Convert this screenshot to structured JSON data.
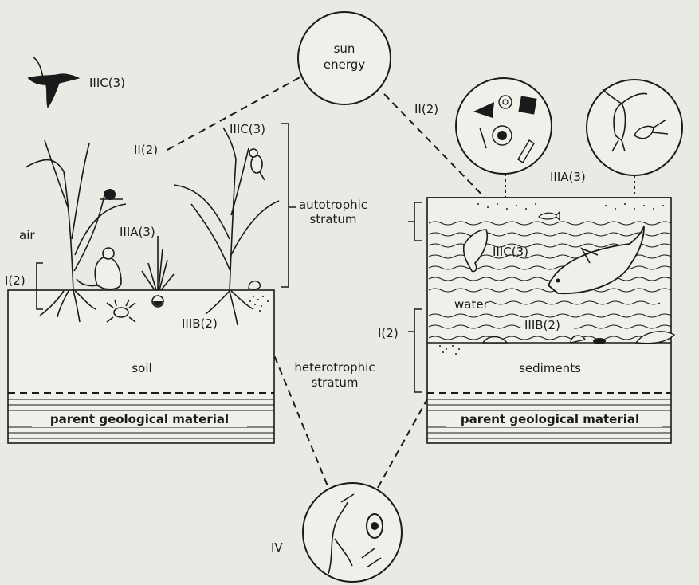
{
  "labels": {
    "sun_line1": "sun",
    "sun_line2": "energy",
    "bird_label": "IIIC(3)",
    "land_producer_label": "II(2)",
    "land_consumer_label": "IIIC(3)",
    "autotrophic_line1": "autotrophic",
    "autotrophic_line2": "stratum",
    "air": "air",
    "land_herbivore_label": "IIIA(3)",
    "land_abiotic_label": "I(2)",
    "land_decomposer_label": "IIIB(2)",
    "soil": "soil",
    "land_parent": "parent geological material",
    "heterotrophic_line1": "heterotrophic",
    "heterotrophic_line2": "stratum",
    "microbe_label": "IV",
    "water_producer_label": "II(2)",
    "water_herbivore_label": "IIIA(3)",
    "water_consumer_label": "IIIC(3)",
    "water": "water",
    "water_abiotic_label": "I(2)",
    "water_decomposer_label": "IIIB(2)",
    "sediments": "sediments",
    "water_parent": "parent geological material"
  },
  "icons": [
    "bird-icon",
    "grass-icon",
    "snail-icon",
    "mouse-icon",
    "insect-icon",
    "fish-icon",
    "phytoplankton-icon",
    "zooplankton-icon",
    "bacteria-icon",
    "shell-icon"
  ]
}
